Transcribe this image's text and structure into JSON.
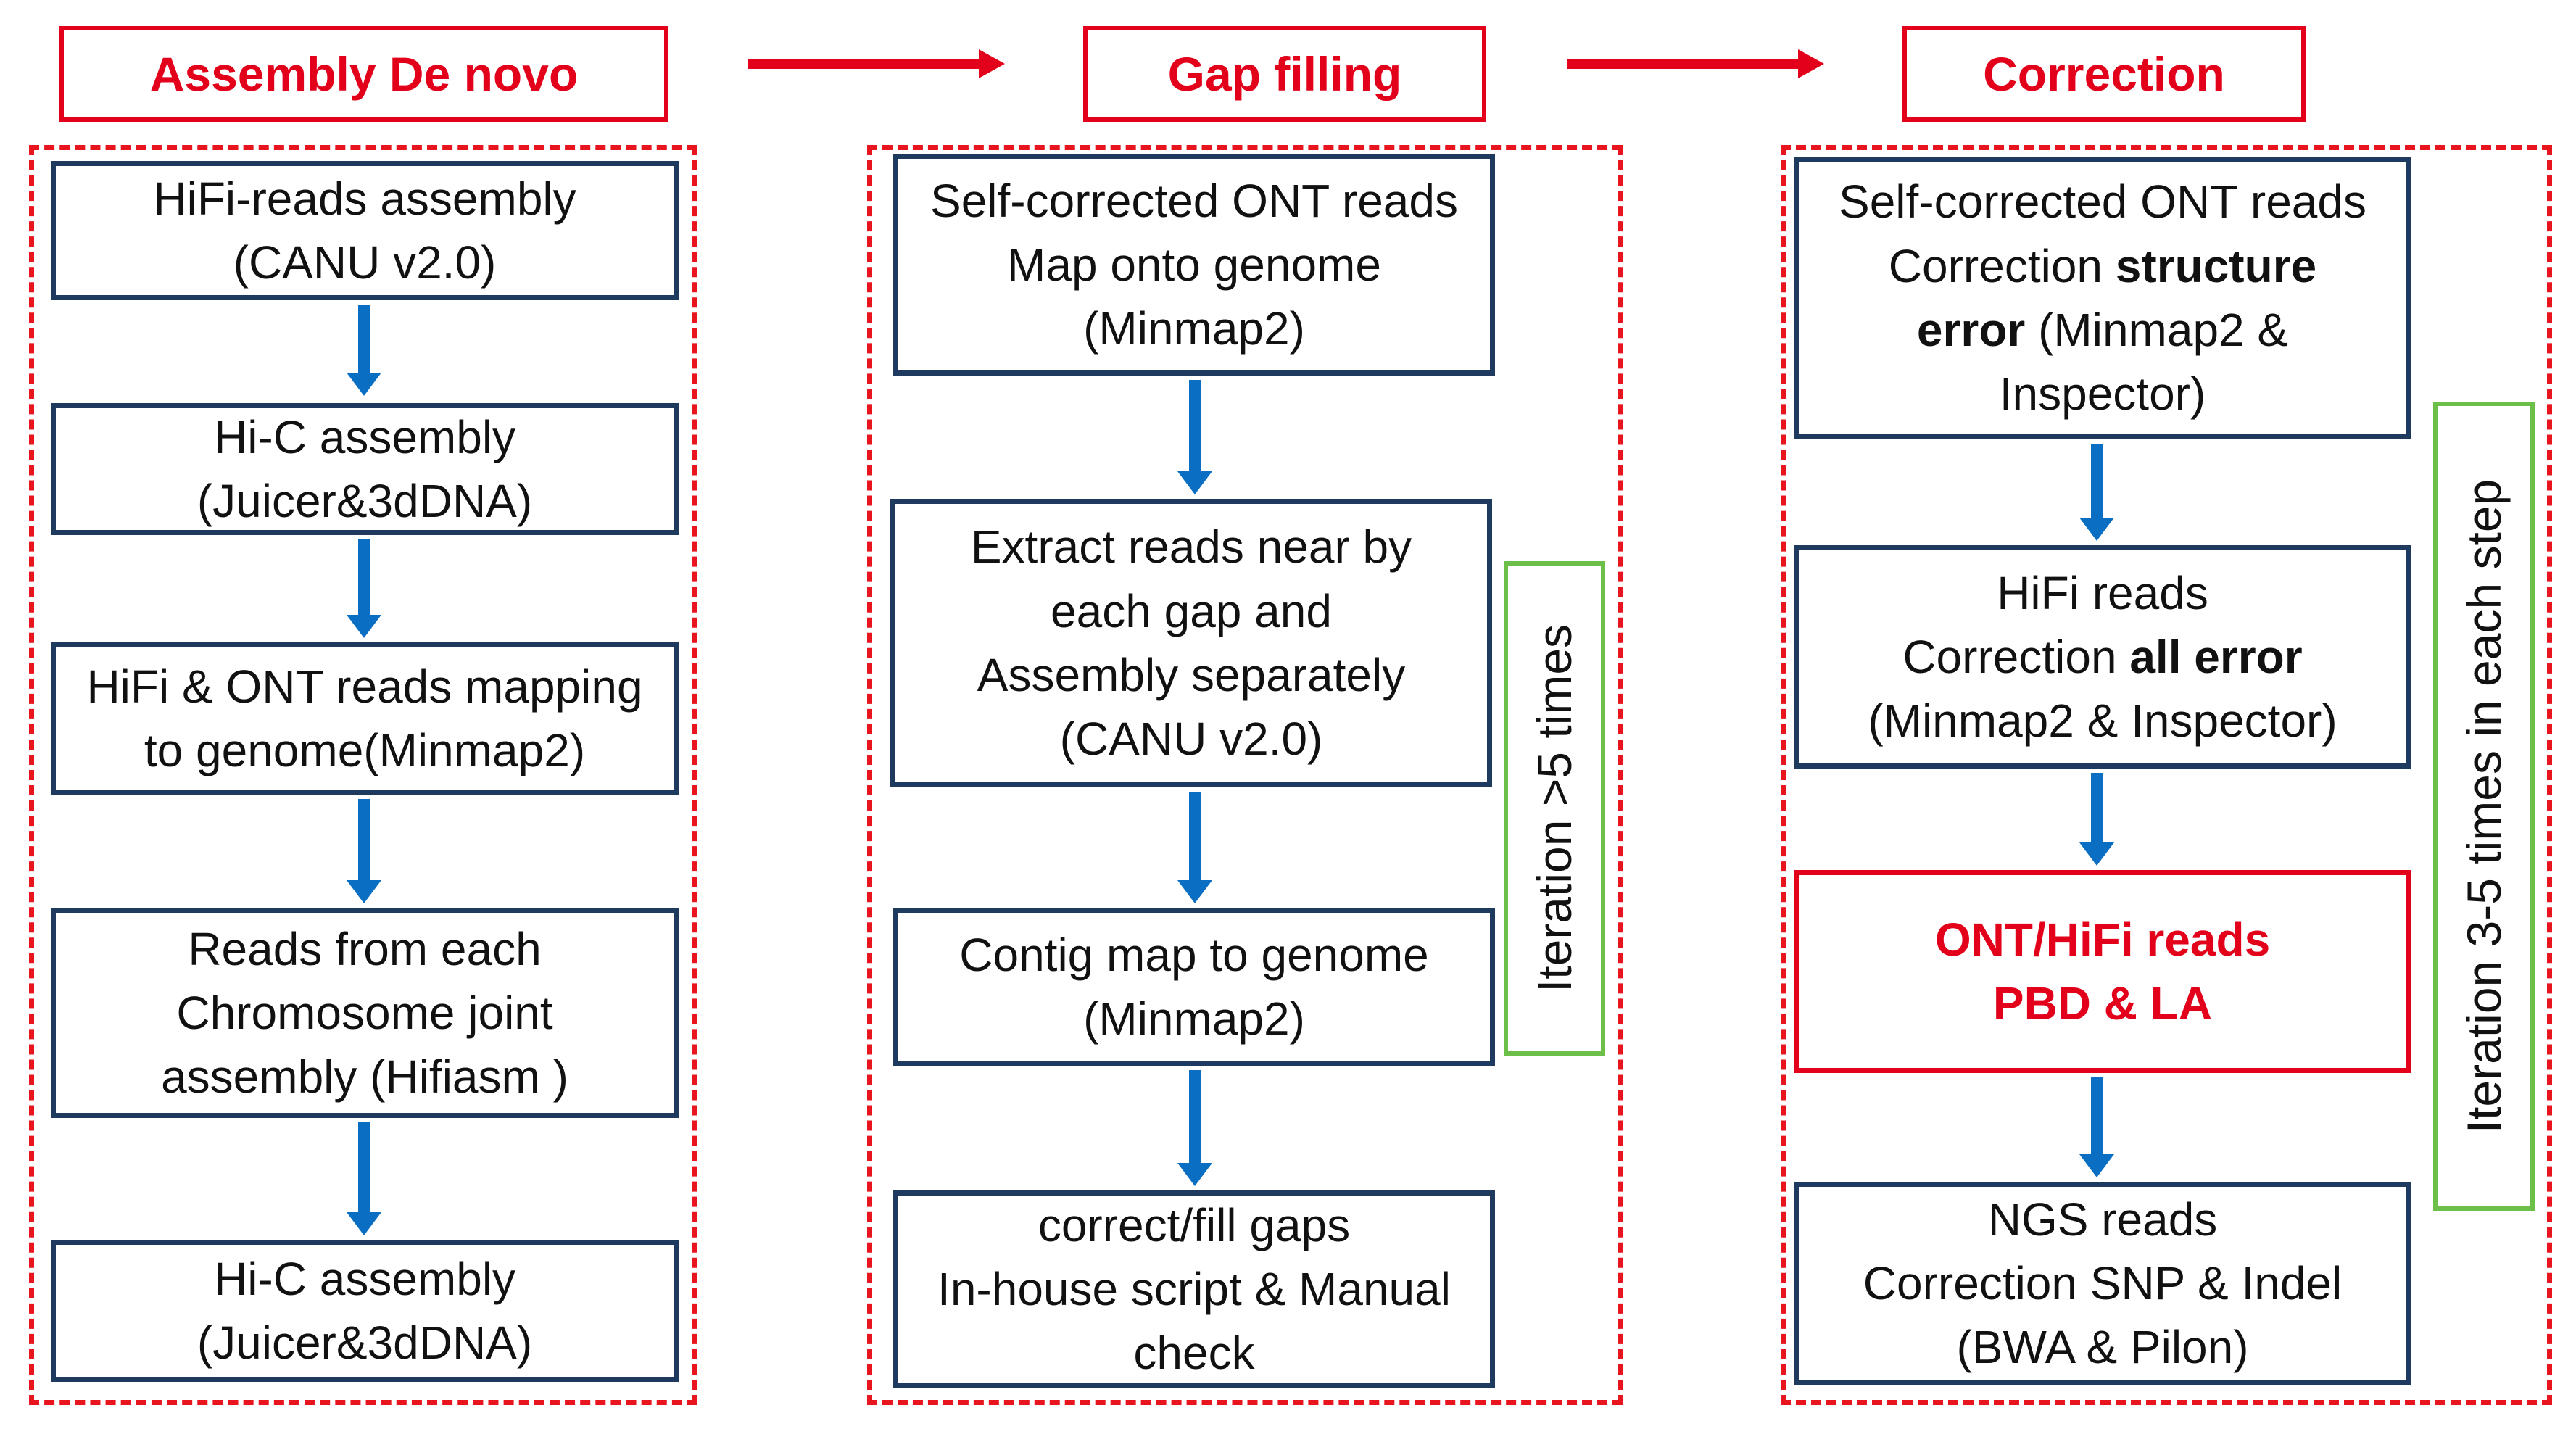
{
  "headers": {
    "assembly": "Assembly De novo",
    "gap": "Gap filling",
    "correction": "Correction"
  },
  "col1": [
    {
      "lines": [
        {
          "t": "HiFi-reads assembly"
        },
        {
          "t": "(CANU v2.0)"
        }
      ]
    },
    {
      "lines": [
        {
          "t": "Hi-C assembly"
        },
        {
          "t": "(Juicer&3dDNA)"
        }
      ]
    },
    {
      "lines": [
        {
          "t": "HiFi & ONT reads mapping"
        },
        {
          "t": "to genome(Minmap2)"
        }
      ]
    },
    {
      "lines": [
        {
          "t": "Reads from each"
        },
        {
          "t": "Chromosome  joint"
        },
        {
          "t": "assembly (Hifiasm )"
        }
      ]
    },
    {
      "lines": [
        {
          "t": "Hi-C assembly"
        },
        {
          "t": "(Juicer&3dDNA)"
        }
      ]
    }
  ],
  "col2": [
    {
      "lines": [
        {
          "t": "Self-corrected ONT reads"
        },
        {
          "t": "Map onto genome"
        },
        {
          "t": "(Minmap2)"
        }
      ]
    },
    {
      "lines": [
        {
          "t": "Extract reads near by"
        },
        {
          "t": "each gap and"
        },
        {
          "t": "Assembly separately"
        },
        {
          "t": "(CANU v2.0)"
        }
      ]
    },
    {
      "lines": [
        {
          "t": "Contig map to genome"
        },
        {
          "t": "(Minmap2)"
        }
      ]
    },
    {
      "lines": [
        {
          "t": "correct/fill gaps"
        },
        {
          "t": "In-house script & Manual"
        },
        {
          "t": "check"
        }
      ]
    }
  ],
  "col3": [
    {
      "lines": [
        {
          "t": "Self-corrected ONT reads"
        },
        {
          "t": "Correction ",
          "b": "structure"
        },
        {
          "b": "error",
          "t": " (Minmap2 &"
        },
        {
          "t": "Inspector)"
        }
      ]
    },
    {
      "lines": [
        {
          "t": "HiFi reads"
        },
        {
          "t": "Correction ",
          "b": "all error"
        },
        {
          "t": "(Minmap2 & Inspector)"
        }
      ]
    },
    {
      "lines": [
        {
          "t": "ONT/HiFi reads"
        },
        {
          "t": "PBD & LA"
        }
      ]
    },
    {
      "lines": [
        {
          "t": "NGS reads"
        },
        {
          "t": "Correction SNP & Indel"
        },
        {
          "t": "(BWA & Pilon)"
        }
      ]
    }
  ],
  "iteration_gap": "Iteration >5 times",
  "iteration_correction": "Iteration 3-5 times in each step",
  "colors": {
    "red": "#e2001a",
    "navy": "#1e3a5f",
    "arrow_blue": "#0a6fc2",
    "green": "#6cc04a"
  }
}
